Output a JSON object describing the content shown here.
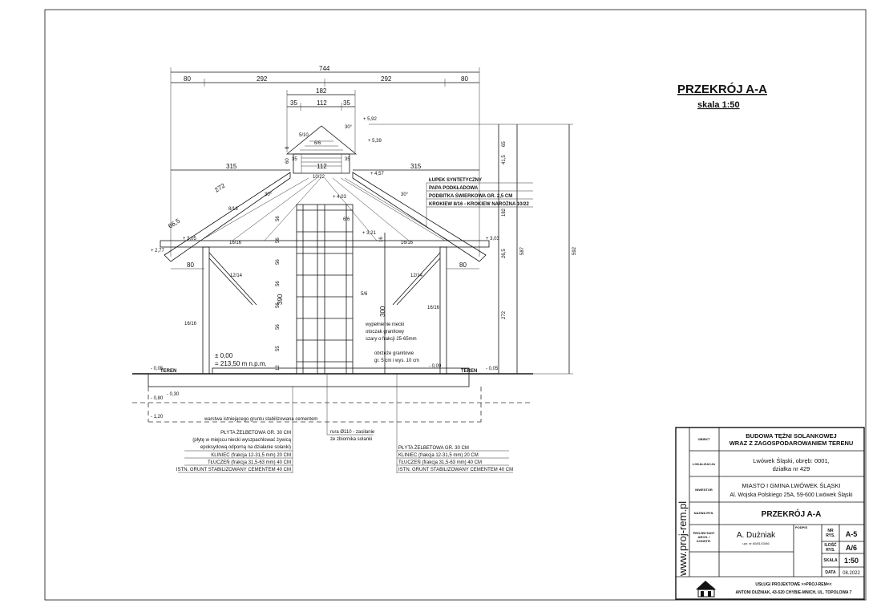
{
  "sheet": {
    "title": "PRZEKRÓJ A-A",
    "scale_label": "skala 1:50"
  },
  "dimensions": {
    "top_total": "744",
    "top_parts": [
      "80",
      "292",
      "292",
      "80"
    ],
    "lantern_total": "182",
    "lantern_parts": [
      "35",
      "112",
      "35"
    ],
    "eave_left": "315",
    "eave_right": "315",
    "rafter_len": "272",
    "overhang_left": "66,5",
    "overhang_bottom_left": "80",
    "overhang_bottom_right": "80",
    "lantern_inner": "112",
    "lantern_side_left": "35",
    "lantern_side_right": "35",
    "lantern_height": "60",
    "lantern_small": "8",
    "right_vertical": [
      "65",
      "41,5",
      "182",
      "26,5",
      "272"
    ],
    "right_total_587": "587",
    "right_total_592": "592",
    "tower_height": "390",
    "tower_inner": "300",
    "tower_rungs": [
      "56",
      "56",
      "56",
      "56",
      "56",
      "56",
      "55",
      "12"
    ],
    "slope_left": "30°",
    "slope_right": "30°",
    "lantern_slope": "30°"
  },
  "levels": {
    "ridge": "+ 5,92",
    "lantern_eave": "+ 5,39",
    "lantern_base": "+ 4,57",
    "tower_top": "+ 4,03",
    "beam_top": "+ 3,21",
    "eave_left": "+ 3,05",
    "eave_right": "+ 3,03",
    "eave_low_left": "+ 2,77",
    "zero": "± 0,00",
    "zero_abs": "= 213,50 m n.p.m.",
    "terrain_left": "- 0,05",
    "terrain_right": "- 0,05",
    "inner": "- 0,09",
    "foundation": "- 0,80",
    "foundation2": "- 0,30",
    "bottom": "- 1,20"
  },
  "members": {
    "lantern_roof": "5/10",
    "lantern_post": "6/6",
    "lantern_beam": "10/22",
    "rafter": "8/16",
    "tower_post": "6/6",
    "beam_left": "16/16",
    "beam_right": "16/16",
    "brace_left": "12/14",
    "brace_right": "12/14",
    "post_left": "16/16",
    "post_right": "16/16",
    "tower_brace": "5/6",
    "small": "16"
  },
  "terrain_label_left": "TEREN",
  "terrain_label_right": "TEREN",
  "roof_layers": [
    "ŁUPEK SYNTETYCZNY",
    "PAPA PODKŁADOWA",
    "PODBITKA ŚWIERKOWA GR. 2,5 CM",
    "KROKIEW 8/16 - KROKIEW NAROŻNA 10/22"
  ],
  "notes": {
    "basin_fill": [
      "wypełnienie niecki",
      "otoczak granitowy",
      "szary o frakcji 25-65mm"
    ],
    "curb": [
      "obrzeże granitowe",
      "gr. 5 cm i wys. 10 cm"
    ],
    "soil_layer": "warstwa istniejącego gruntu stabilizowana cementem",
    "pipe": [
      "rura Ø110 - zasilanie",
      "ze zbiornika solanki"
    ]
  },
  "layers_left": [
    "PŁYTA ŻELBETOWA GR. 30 CM",
    "(płytę w miejscu niecki wyszpachlować żywicą",
    "epoksydową odporną na działanie solanki)",
    "KLINIEC (frakcja 12-31,5 mm) 20 CM",
    "TŁUCZEŃ (frakcja 31,5-63 mm) 40 CM",
    "ISTN. GRUNT STABILIZOWANY CEMENTEM 40 CM"
  ],
  "layers_right": [
    "PŁYTA ŻELBETOWA GR. 30 CM",
    "KLINIEC (frakcja 12-31,5 mm) 20 CM",
    "TŁUCZEŃ (frakcja 31,5-63 mm) 40 CM",
    "ISTN. GRUNT STABILIZOWANY CEMENTEM 40 CM"
  ],
  "title_block": {
    "website": "www.proj-rem.pl",
    "labels": {
      "object": "OBIEKT",
      "location": "LOKALIZACJA",
      "investor": "INWESTOR",
      "drawing_name": "NAZWA RYS.",
      "designer": [
        "PROJEKTANT",
        "ARCH. /",
        "KONSTR."
      ],
      "signature": "PODPIS",
      "drawing_no": [
        "NR",
        "RYS."
      ],
      "sheet_count": [
        "ILOŚĆ",
        "RYS."
      ],
      "scale": "SKALA",
      "date": "DATA"
    },
    "object": [
      "BUDOWA TĘŻNI SOLANKOWEJ",
      "WRAZ Z ZAGOSPODAROWANIEM TERENU"
    ],
    "location": [
      "Lwówek Śląski, obręb: 0001,",
      "działka nr 429"
    ],
    "investor": [
      "MIASTO I GMINA LWÓWEK ŚLĄSKI",
      "Al. Wojska Polskiego 25A, 59-600 Lwówek Śląski"
    ],
    "drawing_name": "PRZEKRÓJ A-A",
    "designer_name": "A. Dużniak",
    "designer_license": "upr. nr 60/81/Gl/86",
    "drawing_no": "A-5",
    "sheet_count": "A/6",
    "scale": "1:50",
    "date": "08.2022",
    "company": [
      "USŁUGI PROJEKTOWE >>PROJ-REM<<",
      "ANTONI DUŻNIAK, 43-520 CHYBIE-MNICH, UL. TOPOLOWA 7"
    ]
  }
}
